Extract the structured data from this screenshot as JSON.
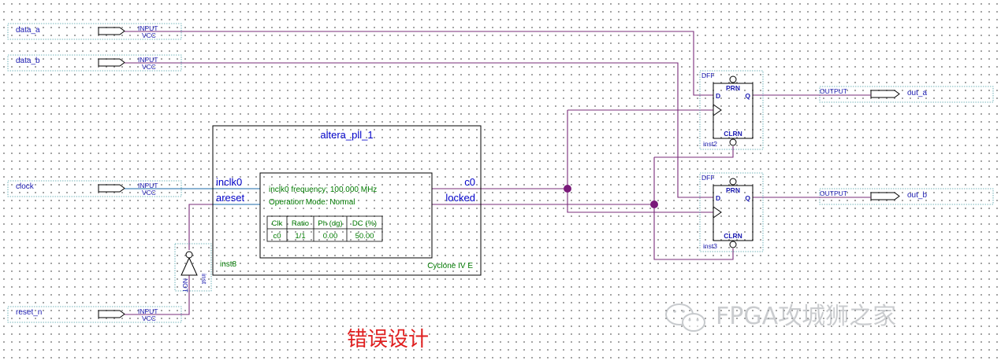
{
  "inputs": [
    {
      "name": "data_a",
      "type": "INPUT",
      "default": "VCC"
    },
    {
      "name": "data_b",
      "type": "INPUT",
      "default": "VCC"
    },
    {
      "name": "clock",
      "type": "INPUT",
      "default": "VCC"
    },
    {
      "name": "reset_n",
      "type": "INPUT",
      "default": "VCC"
    }
  ],
  "outputs": [
    {
      "name": "out_a",
      "type": "OUTPUT"
    },
    {
      "name": "out_b",
      "type": "OUTPUT"
    }
  ],
  "pll": {
    "title": "altera_pll_1",
    "in_ports": [
      "inclk0",
      "areset"
    ],
    "out_ports": [
      "c0",
      "locked"
    ],
    "instance": "inst8",
    "device": "Cyclone IV E",
    "info_line1": "inclk0 frequency: 100.000 MHz",
    "info_line2": "Operation Mode: Normal",
    "table_headers": [
      "Clk",
      "Ratio",
      "Ph (dg)",
      "DC (%)"
    ],
    "table_row": [
      "c0",
      "1/1",
      "0.00",
      "50.00"
    ]
  },
  "dff_top": {
    "type": "DFF",
    "instance": "inst2",
    "pins": {
      "prn": "PRN",
      "clrn": "CLRN",
      "d": "D",
      "q": "Q"
    }
  },
  "dff_bottom": {
    "type": "DFF",
    "instance": "inst3",
    "pins": {
      "prn": "PRN",
      "clrn": "CLRN",
      "d": "D",
      "q": "Q"
    }
  },
  "not_gate": {
    "type": "NOT",
    "instance": "inst"
  },
  "caption": "错误设计",
  "watermark": "FPGA攻城狮之家",
  "colors": {
    "wire": "#7a2c7a",
    "port_text": "#0000c8",
    "green_text": "#007a00",
    "caption": "#e02020",
    "node": "#7a1a7a"
  }
}
